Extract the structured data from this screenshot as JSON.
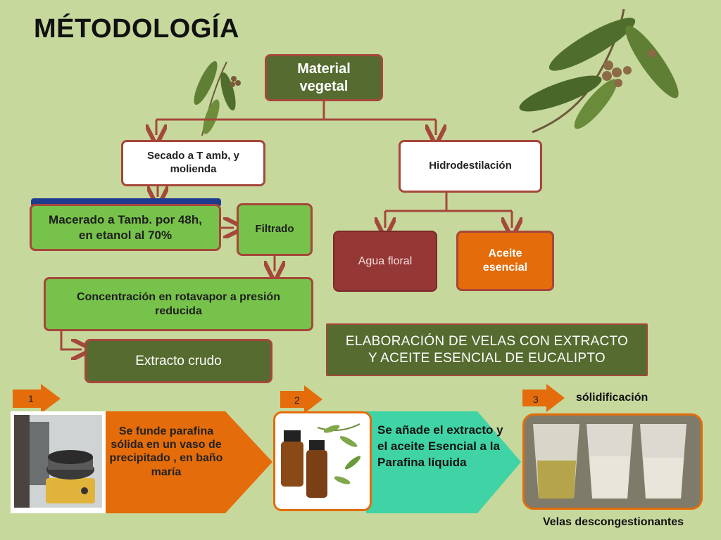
{
  "title": "MÉTODOLOGÍA",
  "flow": {
    "material": "Material vegetal",
    "secado": "Secado a T amb, y molienda",
    "hidro": "Hidrodestilación",
    "macerado": "Macerado a Tamb. por 48h, en etanol al 70%",
    "filtrado": "Filtrado",
    "agua": "Agua floral",
    "aceite": "Aceite esencial",
    "concentracion": "Concentración en rotavapor a presión reducida",
    "extracto": "Extracto crudo",
    "elaboracion": "ELABORACIÓN DE VELAS CON EXTRACTO Y ACEITE ESENCIAL DE EUCALIPTO"
  },
  "steps": {
    "s1": {
      "number": "1",
      "text": "Se funde parafina sólida  en un vaso de precipitado , en baño maría"
    },
    "s2": {
      "number": "2",
      "text": "Se añade el extracto y el aceite Esencial a la Parafina líquida"
    },
    "s3": {
      "number": "3",
      "label": "sólidificación",
      "caption": "Velas descongestionantes"
    }
  },
  "colors": {
    "background": "#c6d89c",
    "dark_green": "#556b2f",
    "light_green": "#77c24a",
    "maroon": "#953735",
    "orange": "#e46c0a",
    "teal": "#3fd3a5",
    "connector": "#a5473b"
  }
}
